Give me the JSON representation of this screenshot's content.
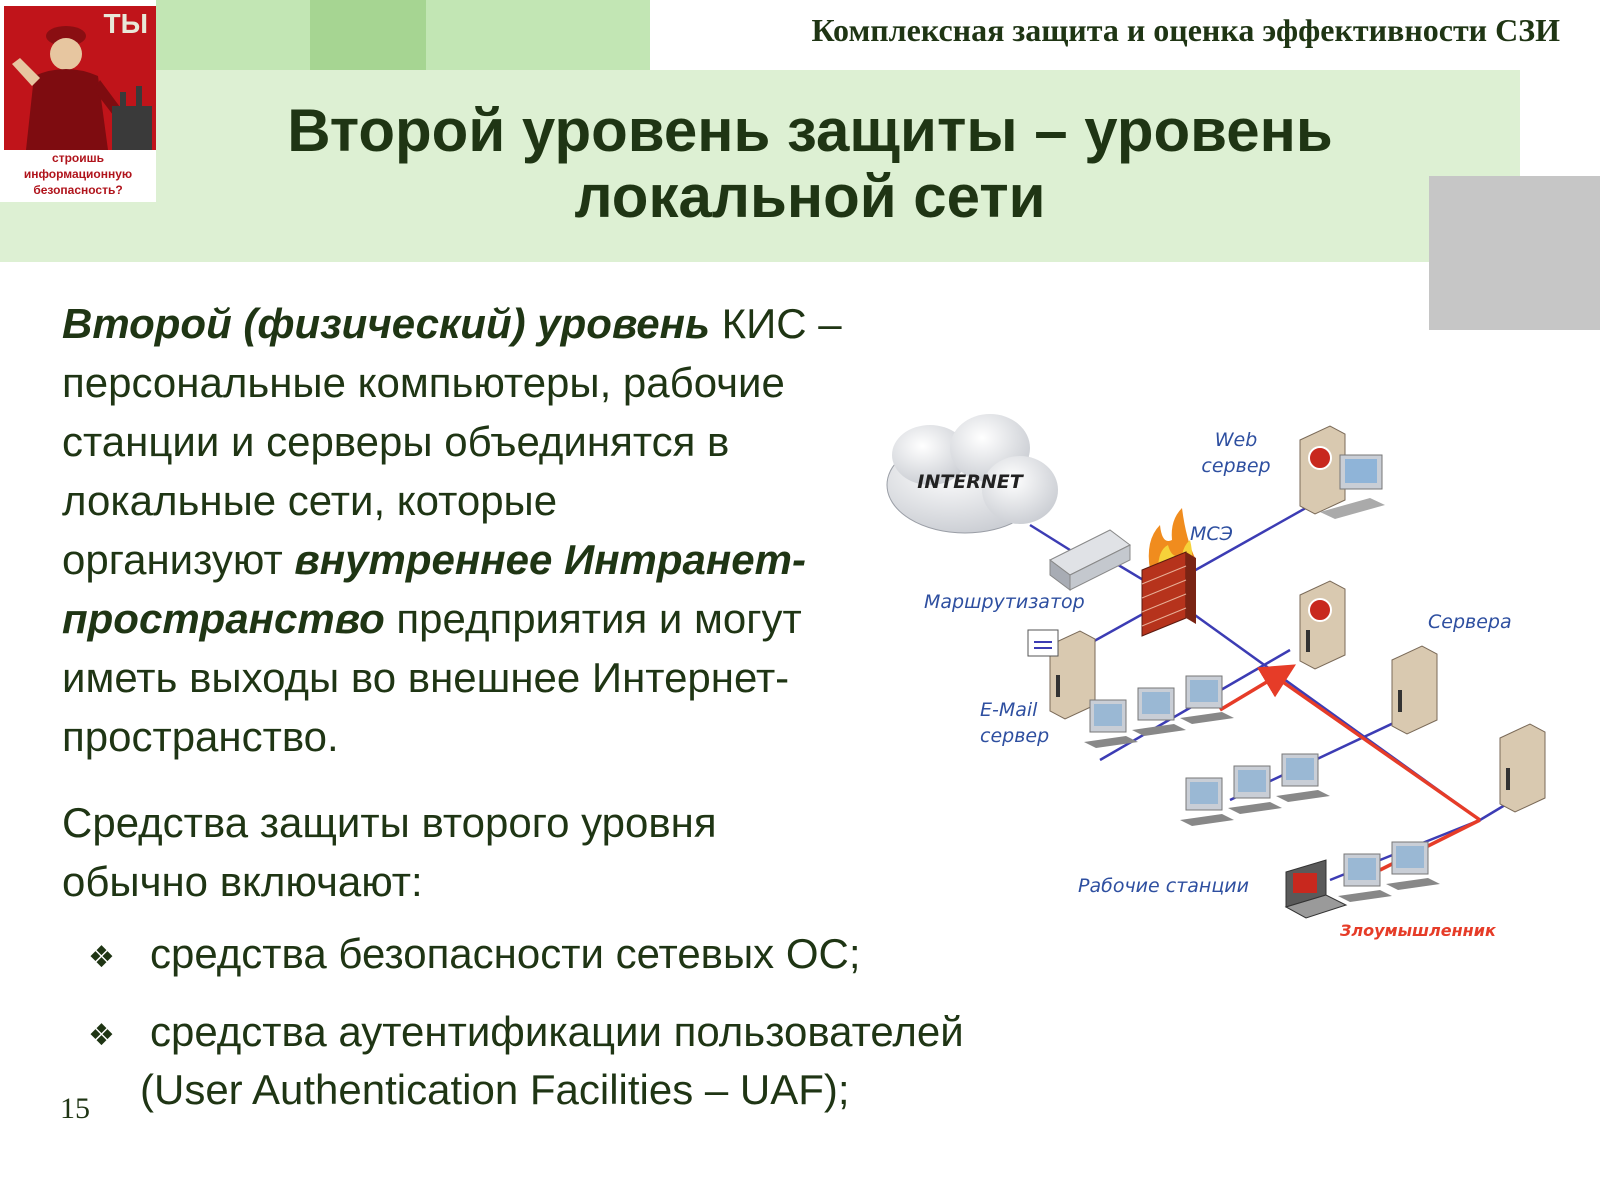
{
  "header": {
    "title": "Комплексная защита и оценка эффективности СЗИ"
  },
  "poster": {
    "big": "ТЫ",
    "caption": [
      "строишь",
      "информационную",
      "безопасность?"
    ]
  },
  "slide": {
    "title_line1": "Второй уровень защиты – уровень",
    "title_line2": "локальной сети"
  },
  "body": {
    "p1_em1": "Второй (физический) уровень",
    "p1_t1": " КИС –",
    "p1_t2": "персональные компьютеры, рабочие",
    "p1_t3": "станции и серверы объединятся в",
    "p1_t4": "локальные сети, которые",
    "p1_t5": "организуют ",
    "p1_em2a": "внутреннее Интранет-",
    "p1_em2b": "пространство",
    "p1_t6": " предприятия и могут",
    "p1_t7": "иметь выходы во внешнее Интернет-",
    "p1_t8": "пространство.",
    "p2_l1": "Средства защиты второго уровня",
    "p2_l2": "обычно включают:",
    "bullet1": "средства безопасности сетевых ОС;",
    "bullet2a": "средства аутентификации пользователей",
    "bullet2b": "(User Authentication Facilities – UAF);",
    "bullet_glyph": "❖"
  },
  "diagram": {
    "internet": "INTERNET",
    "web1": "Web",
    "web2": "сервер",
    "fw": "МСЭ",
    "router": "Маршрутизатор",
    "servers": "Сервера",
    "email1": "E-Mail",
    "email2": "сервер",
    "workstations": "Рабочие станции",
    "intruder": "Злоумышленник",
    "colors": {
      "link": "#3c3cb4",
      "attack": "#e63c28",
      "label": "#2e4fa0"
    }
  },
  "page_number": "15"
}
